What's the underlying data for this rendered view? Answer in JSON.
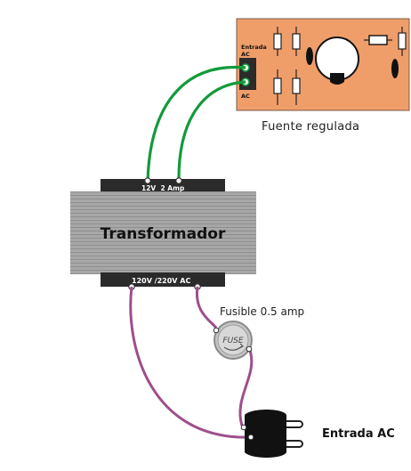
{
  "board": {
    "input_label_line1": "Entrada",
    "input_label_line2": "AC",
    "input_label_bottom": "AC",
    "caption": "Fuente regulada",
    "fill_color": "#EF9E6A"
  },
  "transformer": {
    "title": "Transformador",
    "secondary_label": "12V  2 Amp",
    "primary_label": "120V /220V AC"
  },
  "fuse": {
    "label": "Fusible 0.5 amp",
    "body_text": "FUSE"
  },
  "plug": {
    "label": "Entrada AC"
  },
  "colors": {
    "secondary_wire": "#139A3B",
    "primary_wire": "#9E4E8B",
    "terminal": "#222222",
    "core_gray": "#A7A7A7"
  }
}
